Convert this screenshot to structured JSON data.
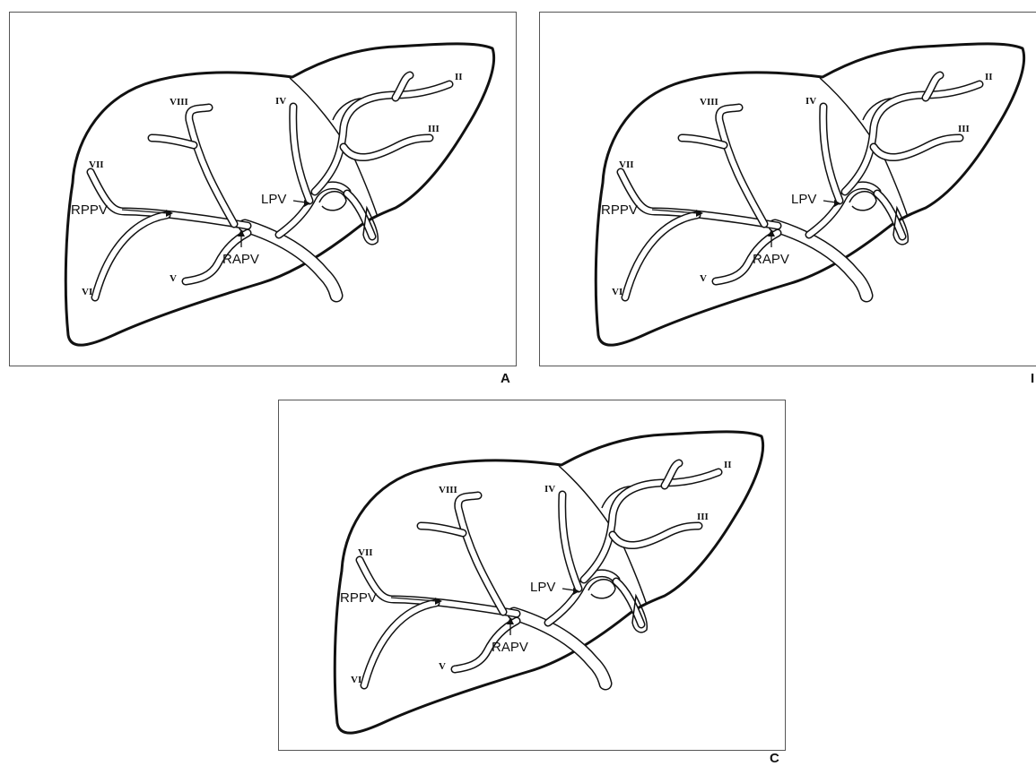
{
  "figure": {
    "panels": [
      {
        "id": "A",
        "letter": "A",
        "labels": {
          "rppv": "RPPV",
          "rapv": "RAPV",
          "lpv": "LPV",
          "s2": "II",
          "s3": "III",
          "s4": "IV",
          "s5": "V",
          "s6": "VI",
          "s7": "VII",
          "s8": "VIII"
        }
      },
      {
        "id": "B",
        "letter": "I",
        "labels": {
          "rppv": "RPPV",
          "rapv": "RAPV",
          "lpv": "LPV",
          "s2": "II",
          "s3": "III",
          "s4": "IV",
          "s5": "V",
          "s6": "VI",
          "s7": "VII",
          "s8": "VIII"
        }
      },
      {
        "id": "C",
        "letter": "C",
        "labels": {
          "rppv": "RPPV",
          "rapv": "RAPV",
          "lpv": "LPV",
          "s2": "II",
          "s3": "III",
          "s4": "IV",
          "s5": "V",
          "s6": "VI",
          "s7": "VII",
          "s8": "VIII"
        }
      }
    ]
  }
}
